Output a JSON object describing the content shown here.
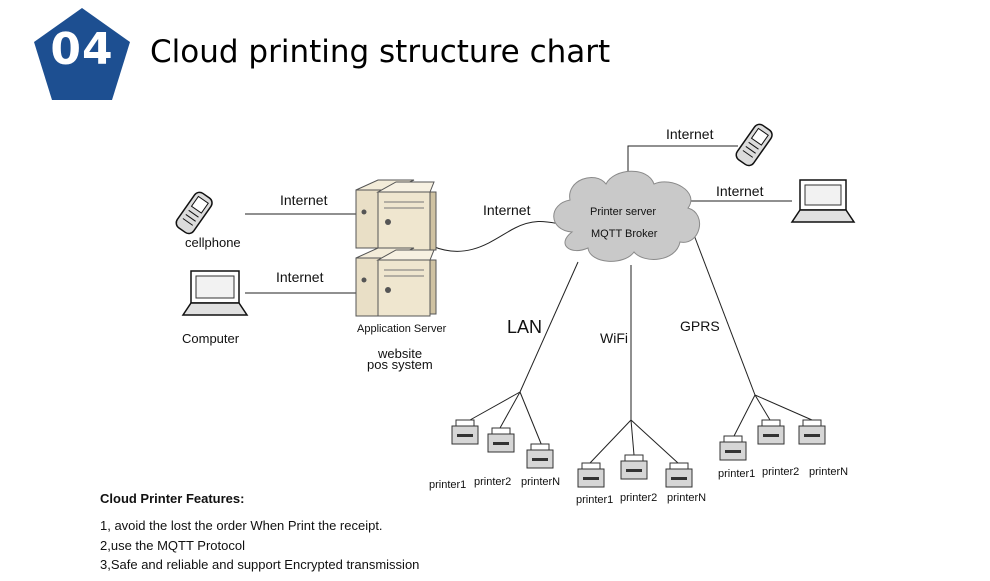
{
  "header": {
    "badge_number": "04",
    "title": "Cloud printing structure chart",
    "badge_color": "#1d4f91"
  },
  "diagram": {
    "clients": {
      "cellphone_label": "cellphone",
      "computer_label": "Computer"
    },
    "server": {
      "label": "Application Server",
      "website": "website",
      "pos": "pos system"
    },
    "cloud": {
      "line1": "Printer server",
      "line2": "MQTT Broker"
    },
    "links": {
      "internet_cellphone": "Internet",
      "internet_computer": "Internet",
      "internet_server_cloud": "Internet",
      "internet_top_phone": "Internet",
      "internet_top_laptop": "Internet"
    },
    "branches": {
      "lan": {
        "label": "LAN",
        "printers": [
          "printer1",
          "printer2",
          "printerN"
        ]
      },
      "wifi": {
        "label": "WiFi",
        "printers": [
          "printer1",
          "printer2",
          "printerN"
        ]
      },
      "gprs": {
        "label": "GPRS",
        "printers": [
          "printer1",
          "printer2",
          "printerN"
        ]
      }
    }
  },
  "features": {
    "title": "Cloud Printer Features:",
    "items": [
      "1, avoid the lost the order When Print the receipt.",
      "2,use the MQTT Protocol",
      "3,Safe and reliable and support Encrypted transmission"
    ]
  }
}
